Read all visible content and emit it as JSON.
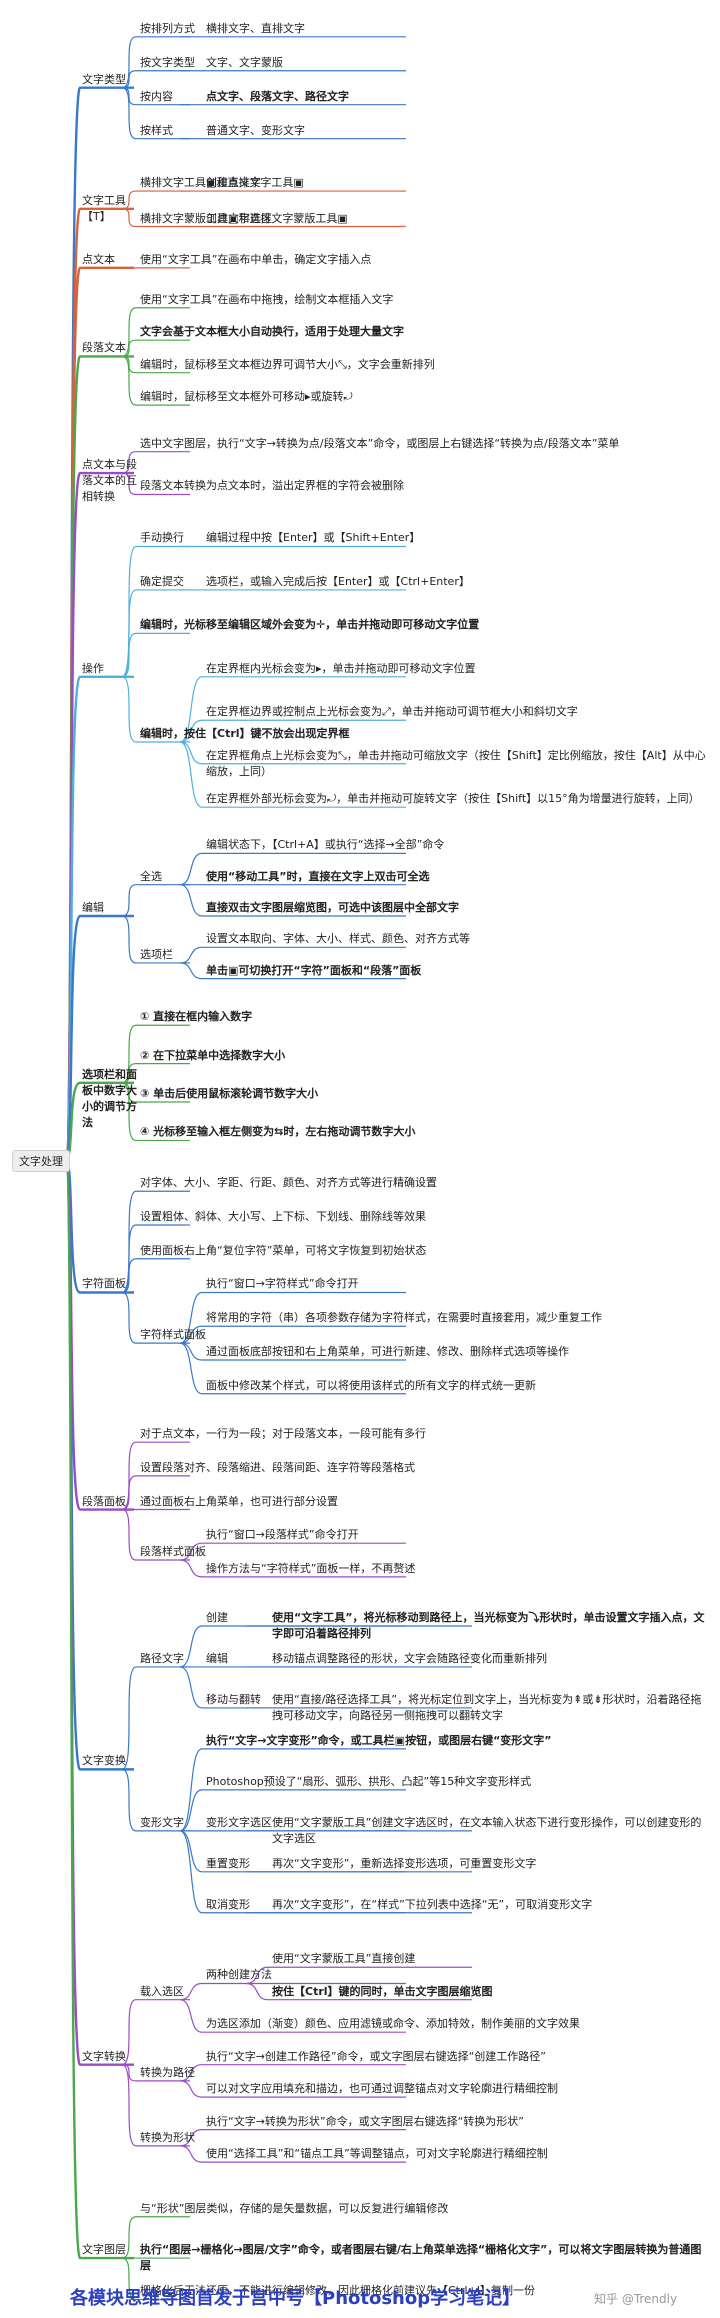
{
  "root": "文字处理",
  "colors": {
    "blue": "#3a78c9",
    "red": "#d9623a",
    "green": "#4aa84a",
    "purple": "#9a4cc6",
    "lightblue": "#4fb0df",
    "footer": "#2b3fbf"
  },
  "branches": [
    {
      "id": "b1",
      "label": "文字类型",
      "color": "blue",
      "children": [
        {
          "label": "按排列方式",
          "children": [
            {
              "label": "横排文字、直排文字"
            }
          ]
        },
        {
          "label": "按文字类型",
          "children": [
            {
              "label": "文字、文字蒙版"
            }
          ]
        },
        {
          "label": "按内容",
          "children": [
            {
              "label": "点文字、段落文字、路径文字",
              "bold": true
            }
          ]
        },
        {
          "label": "按样式",
          "children": [
            {
              "label": "普通文字、变形文字"
            }
          ]
        }
      ]
    },
    {
      "id": "b2",
      "label": "文字工具【T】",
      "color": "red",
      "children": [
        {
          "label": "横排文字工具▣和直排文字工具▣",
          "children": [
            {
              "label": "创建点文字"
            }
          ]
        },
        {
          "label": "横排文字蒙版工具▣和直排文字蒙版工具▣",
          "children": [
            {
              "label": "创建文字选区"
            }
          ]
        }
      ]
    },
    {
      "id": "b3",
      "label": "点文本",
      "color": "red",
      "children": [
        {
          "label": "使用“文字工具”在画布中单击，确定文字插入点"
        }
      ]
    },
    {
      "id": "b4",
      "label": "段落文本",
      "color": "green",
      "children": [
        {
          "label": "使用“文字工具”在画布中拖拽，绘制文本框插入文字"
        },
        {
          "label": "文字会基于文本框大小自动换行，适用于处理大量文字",
          "bold": true
        },
        {
          "label": "编辑时，鼠标移至文本框边界可调节大小⤡，文字会重新排列"
        },
        {
          "label": "编辑时，鼠标移至文本框外可移动▸或旋转⤾"
        }
      ]
    },
    {
      "id": "b5",
      "label": "点文本与段落文本的互相转换",
      "color": "purple",
      "children": [
        {
          "label": "选中文字图层，执行“文字→转换为点/段落文本”命令，或图层上右键选择“转换为点/段落文本”菜单"
        },
        {
          "label": "段落文本转换为点文本时，溢出定界框的字符会被删除"
        }
      ]
    },
    {
      "id": "b6",
      "label": "操作",
      "color": "lightblue",
      "children": [
        {
          "label": "手动换行",
          "children": [
            {
              "label": "编辑过程中按【Enter】或【Shift+Enter】"
            }
          ]
        },
        {
          "label": "确定提交",
          "children": [
            {
              "label": "选项栏，或输入完成后按【Enter】或【Ctrl+Enter】"
            }
          ]
        },
        {
          "label": "编辑时，光标移至编辑区域外会变为✛，单击并拖动即可移动文字位置",
          "bold": true
        },
        {
          "label": "编辑时，按住【Ctrl】键不放会出现定界框",
          "bold": true,
          "children": [
            {
              "label": "在定界框内光标会变为▸，单击并拖动即可移动文字位置"
            },
            {
              "label": "在定界框边界或控制点上光标会变为⤢，单击并拖动可调节框大小和斜切文字"
            },
            {
              "label": "在定界框角点上光标会变为⤡，单击并拖动可缩放文字（按住【Shift】定比例缩放，按住【Alt】从中心缩放，上同）"
            },
            {
              "label": "在定界框外部光标会变为⤾，单击并拖动可旋转文字（按住【Shift】以15°角为增量进行旋转，上同）"
            }
          ]
        }
      ]
    },
    {
      "id": "b7",
      "label": "编辑",
      "color": "blue",
      "children": [
        {
          "label": "全选",
          "children": [
            {
              "label": "编辑状态下，【Ctrl+A】或执行“选择→全部”命令"
            },
            {
              "label": "使用“移动工具”时，直接在文字上双击可全选",
              "bold": true
            },
            {
              "label": "直接双击文字图层缩览图，可选中该图层中全部文字",
              "bold": true
            }
          ]
        },
        {
          "label": "选项栏",
          "children": [
            {
              "label": "设置文本取向、字体、大小、样式、颜色、对齐方式等"
            },
            {
              "label": "单击▣可切换打开“字符”面板和“段落”面板",
              "bold": true
            }
          ]
        }
      ]
    },
    {
      "id": "b8",
      "label": "选项栏和面板中数字大小的调节方法",
      "color": "green",
      "bold": true,
      "children": [
        {
          "label": "① 直接在框内输入数字",
          "bold": true
        },
        {
          "label": "② 在下拉菜单中选择数字大小",
          "bold": true
        },
        {
          "label": "③ 单击后使用鼠标滚轮调节数字大小",
          "bold": true
        },
        {
          "label": "④ 光标移至输入框左侧变为⇆时，左右拖动调节数字大小",
          "bold": true
        }
      ]
    },
    {
      "id": "b9",
      "label": "字符面板",
      "color": "blue",
      "children": [
        {
          "label": "对字体、大小、字距、行距、颜色、对齐方式等进行精确设置"
        },
        {
          "label": "设置粗体、斜体、大小写、上下标、下划线、删除线等效果"
        },
        {
          "label": "使用面板右上角“复位字符”菜单，可将文字恢复到初始状态"
        },
        {
          "label": "字符样式面板",
          "children": [
            {
              "label": "执行“窗口→字符样式”命令打开"
            },
            {
              "label": "将常用的字符（串）各项参数存储为字符样式，在需要时直接套用，减少重复工作"
            },
            {
              "label": "通过面板底部按钮和右上角菜单，可进行新建、修改、删除样式选项等操作"
            },
            {
              "label": "面板中修改某个样式，可以将使用该样式的所有文字的样式统一更新"
            }
          ]
        }
      ]
    },
    {
      "id": "b10",
      "label": "段落面板",
      "color": "purple",
      "children": [
        {
          "label": "对于点文本，一行为一段；对于段落文本，一段可能有多行"
        },
        {
          "label": "设置段落对齐、段落缩进、段落间距、连字符等段落格式"
        },
        {
          "label": "通过面板右上角菜单，也可进行部分设置"
        },
        {
          "label": "段落样式面板",
          "children": [
            {
              "label": "执行“窗口→段落样式”命令打开"
            },
            {
              "label": "操作方法与“字符样式”面板一样，不再赘述"
            }
          ]
        }
      ]
    },
    {
      "id": "b11",
      "label": "文字变换",
      "color": "blue",
      "children": [
        {
          "label": "路径文字",
          "children": [
            {
              "label": "创建",
              "children": [
                {
                  "label": "使用“文字工具”，将光标移动到路径上，当光标变为⤵形状时，单击设置文字插入点，文字即可沿着路径排列",
                  "bold": true
                }
              ]
            },
            {
              "label": "编辑",
              "children": [
                {
                  "label": "移动锚点调整路径的形状，文字会随路径变化而重新排列"
                }
              ]
            },
            {
              "label": "移动与翻转",
              "children": [
                {
                  "label": "使用“直接/路径选择工具”，将光标定位到文字上，当光标变为⇞或⇟形状时，沿着路径拖拽可移动文字，向路径另一侧拖拽可以翻转文字"
                }
              ]
            }
          ]
        },
        {
          "label": "变形文字",
          "children": [
            {
              "label": "执行“文字→文字变形”命令，或工具栏▣按钮，或图层右键“变形文字”",
              "bold": true
            },
            {
              "label": "Photoshop预设了“扇形、弧形、拱形、凸起”等15种文字变形样式"
            },
            {
              "label": "变形文字选区",
              "children": [
                {
                  "label": "使用“文字蒙版工具”创建文字选区时，在文本输入状态下进行变形操作，可以创建变形的文字选区"
                }
              ]
            },
            {
              "label": "重置变形",
              "children": [
                {
                  "label": "再次“文字变形”，重新选择变形选项，可重置变形文字"
                }
              ]
            },
            {
              "label": "取消变形",
              "children": [
                {
                  "label": "再次“文字变形”，在“样式”下拉列表中选择“无”，可取消变形文字"
                }
              ]
            }
          ]
        }
      ]
    },
    {
      "id": "b12",
      "label": "文字转换",
      "color": "purple",
      "children": [
        {
          "label": "载入选区",
          "children": [
            {
              "label": "两种创建方法",
              "children": [
                {
                  "label": "使用“文字蒙版工具”直接创建"
                },
                {
                  "label": "按住【Ctrl】键的同时，单击文字图层缩览图",
                  "bold": true
                }
              ]
            },
            {
              "label": "为选区添加（渐变）颜色、应用滤镜或命令、添加特效，制作美丽的文字效果"
            }
          ]
        },
        {
          "label": "转换为路径",
          "children": [
            {
              "label": "执行“文字→创建工作路径”命令，或文字图层右键选择“创建工作路径”"
            },
            {
              "label": "可以对文字应用填充和描边，也可通过调整锚点对文字轮廓进行精细控制"
            }
          ]
        },
        {
          "label": "转换为形状",
          "children": [
            {
              "label": "执行“文字→转换为形状”命令，或文字图层右键选择“转换为形状”"
            },
            {
              "label": "使用“选择工具”和“锚点工具”等调整锚点，可对文字轮廓进行精细控制"
            }
          ]
        }
      ]
    },
    {
      "id": "b13",
      "label": "文字图层",
      "color": "green",
      "children": [
        {
          "label": "与“形状”图层类似，存储的是矢量数据，可以反复进行编辑修改"
        },
        {
          "label": "执行“图层→栅格化→图层/文字”命令，或者图层右键/右上角菜单选择“栅格化文字”，可以将文字图层转换为普通图层",
          "bold": true
        },
        {
          "label": "栅格化后无法还原，不能进行编辑修改，因此栅格化前建议先【Ctrl+J】复制一份"
        }
      ]
    }
  ],
  "footer": "各模块思维导图首发于宫中号【Photoshop学习笔记】",
  "watermark": "知乎 @Trendly"
}
